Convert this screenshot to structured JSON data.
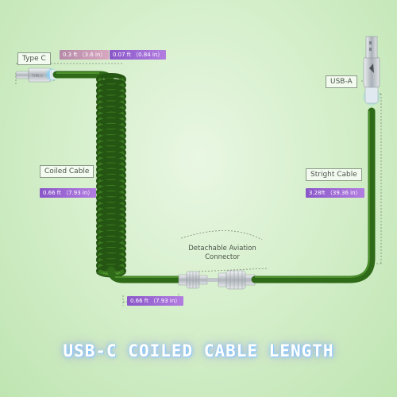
{
  "labels": {
    "type_c": "Type C",
    "usb_a": "USB-A",
    "coiled_cable": "Coiled Cable",
    "stright_cable": "Stright Cable",
    "aviation_line1": "Detachable Aviation",
    "aviation_line2": "Connector"
  },
  "measurements": {
    "typec_plug": "0.3 ft （3.6 in）",
    "typec_neck": "0.07 ft （0.84 in）",
    "coiled": "0.66 ft （7.93 in）",
    "stright": "3.28ft （39.36 in）",
    "bottom": "0.66 ft （7.93 in）"
  },
  "title": "USB-C COILED CABLE LENGTH",
  "colors": {
    "cable": "#3a7a1f",
    "cable_dark": "#255512",
    "cable_light": "#5ea83a",
    "badge_purple": "#9a63d4",
    "badge_pink": "#c997b4",
    "metal": "#c9cdd2",
    "glow": "#7fd4ff"
  }
}
